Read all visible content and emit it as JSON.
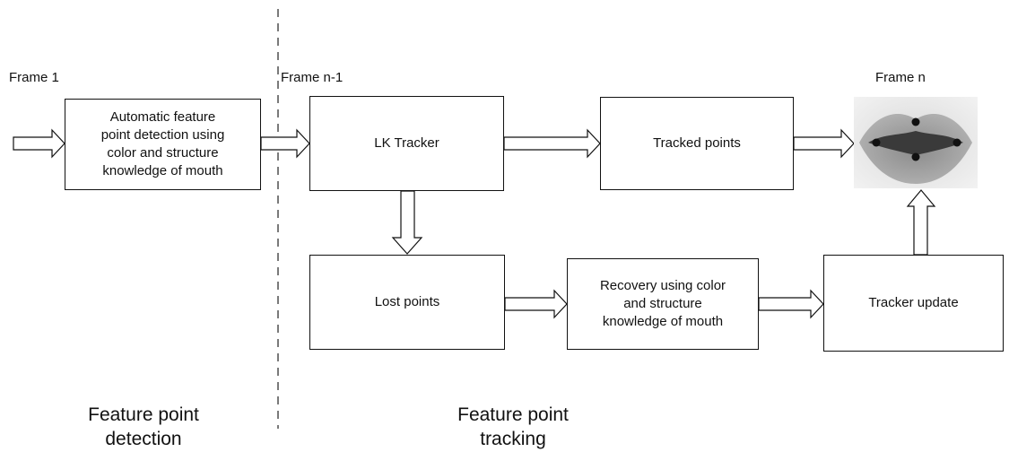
{
  "labels": {
    "frame_1": "Frame 1",
    "frame_n_minus_1": "Frame n-1",
    "frame_n": "Frame n"
  },
  "boxes": {
    "detection": "Automatic feature\npoint detection using\ncolor and structure\nknowledge of mouth",
    "lk_tracker": "LK Tracker",
    "tracked_points": "Tracked points",
    "lost_points": "Lost points",
    "recovery": "Recovery using color\nand structure\nknowledge of mouth",
    "tracker_update": "Tracker update"
  },
  "phases": {
    "detection": "Feature point\ndetection",
    "tracking": "Feature point\ntracking"
  }
}
